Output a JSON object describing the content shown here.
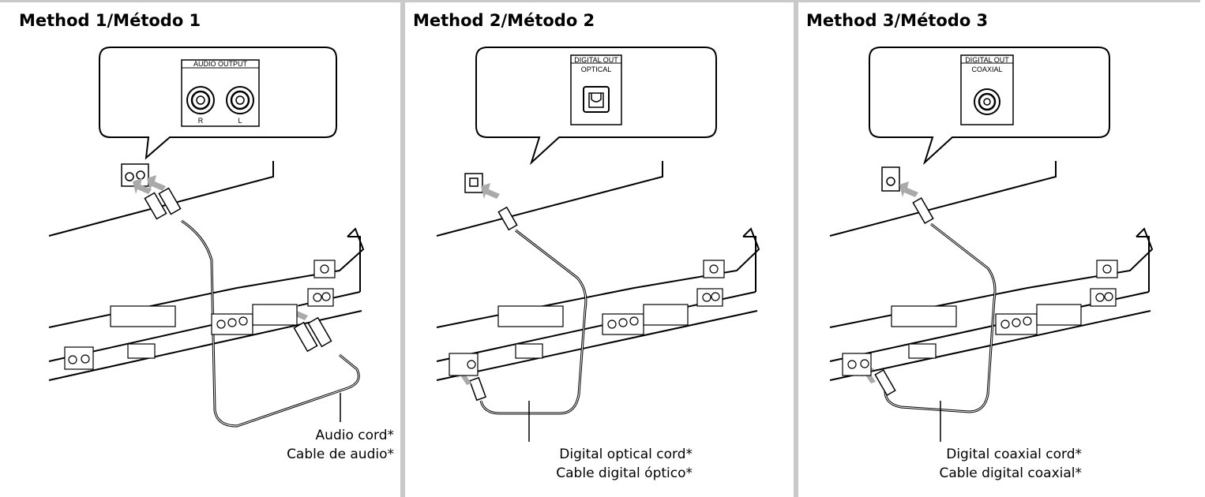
{
  "panels": [
    {
      "title": "Method 1/Método 1",
      "callout_label": "AUDIO OUTPUT",
      "jack_labels": [
        "R",
        "L"
      ],
      "caption": [
        "Audio cord*",
        "Cable de audio*"
      ]
    },
    {
      "title": "Method 2/Método 2",
      "callout_label": "DIGITAL OUT",
      "callout_sublabel": "OPTICAL",
      "caption": [
        "Digital optical cord*",
        "Cable digital óptico*"
      ]
    },
    {
      "title": "Method 3/Método 3",
      "callout_label": "DIGITAL OUT",
      "callout_sublabel": "COAXIAL",
      "caption": [
        "Digital coaxial cord*",
        "Cable digital coaxial*"
      ]
    }
  ]
}
